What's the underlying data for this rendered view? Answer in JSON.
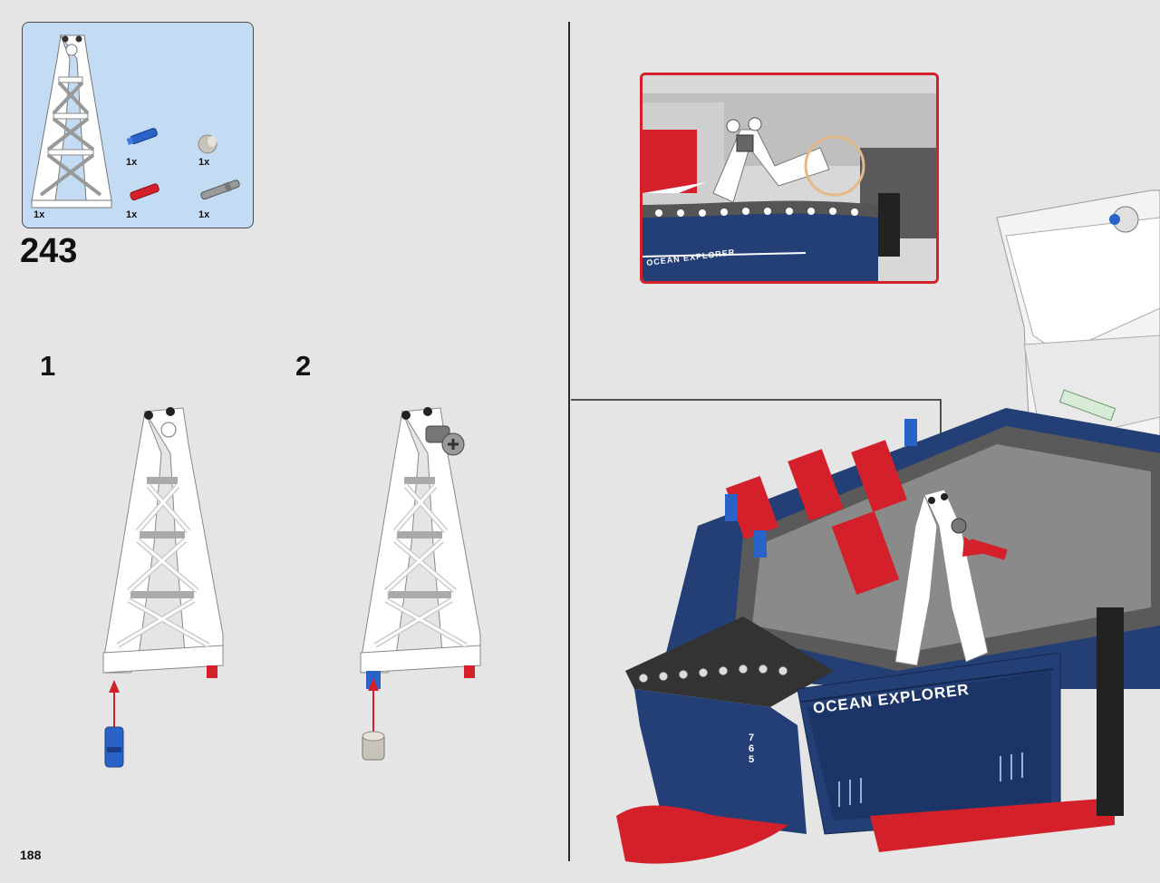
{
  "parts_list": {
    "items": [
      {
        "name": "white-a-frame",
        "qty": "1x",
        "color": "#ffffff"
      },
      {
        "name": "blue-axle-pin",
        "qty": "1x",
        "color": "#2a63c8"
      },
      {
        "name": "tan-bush",
        "qty": "1x",
        "color": "#c8c3b8"
      },
      {
        "name": "red-axle-pin",
        "qty": "1x",
        "color": "#d4202a"
      },
      {
        "name": "gray-axle-pin",
        "qty": "1x",
        "color": "#8c8c8c"
      }
    ]
  },
  "step": {
    "number": "243"
  },
  "sub_steps": [
    {
      "label": "1"
    },
    {
      "label": "2"
    }
  ],
  "hull_text": "OCEAN EXPLORER",
  "callout_text": "OCEAN EXPLORER",
  "depth_marks": "7 6 5",
  "page_number": "188",
  "colors": {
    "callout_border": "#d4202a",
    "hull_blue": "#233f75",
    "hull_red": "#d4202a",
    "frame_white": "#ffffff",
    "page_bg": "#e5e5e5",
    "parts_bg": "#c3dcf3"
  }
}
